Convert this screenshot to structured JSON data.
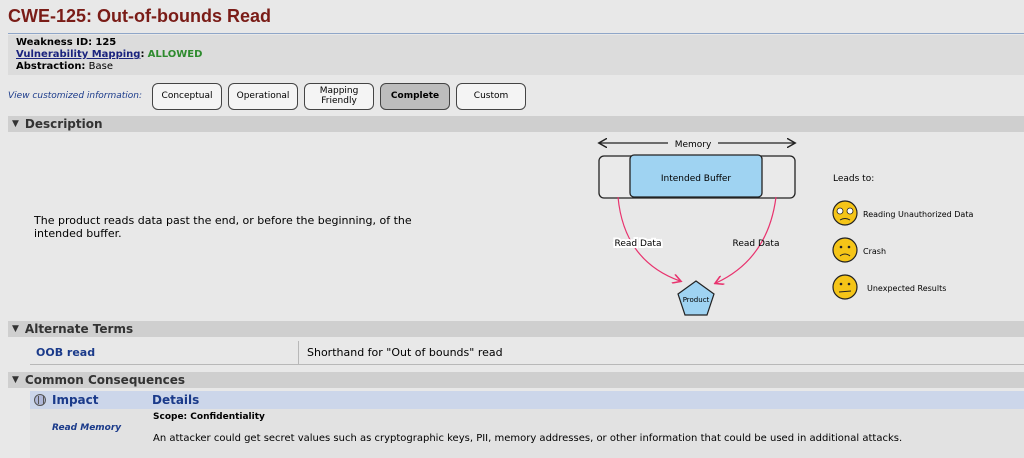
{
  "page": {
    "title": "CWE-125: Out-of-bounds Read"
  },
  "meta": {
    "weakness_id_label": "Weakness ID:",
    "weakness_id": "125",
    "mapping_label": "Vulnerability Mapping",
    "mapping_sep": ":",
    "mapping_value": "ALLOWED",
    "abstraction_label": "Abstraction:",
    "abstraction_value": "Base"
  },
  "views": {
    "label": "View customized information:",
    "buttons": [
      "Conceptual",
      "Operational",
      "Mapping Friendly",
      "Complete",
      "Custom"
    ],
    "mapping_line1": "Mapping",
    "mapping_line2": "Friendly",
    "active": "Complete"
  },
  "description": {
    "header": "Description",
    "text": "The product reads data past the end, or before the beginning, of the intended buffer."
  },
  "diagram": {
    "memory_label": "Memory",
    "buffer_label": "Intended Buffer",
    "read_left": "Read Data",
    "read_right": "Read Data",
    "product_label": "Product",
    "leads_to": "Leads to:",
    "outcomes": [
      "Reading Unauthorized Data",
      "Crash",
      "Unexpected Results"
    ],
    "colors": {
      "buffer_fill": "#9fd3f2",
      "arrow": "#e8336e",
      "face": "#f5c518"
    }
  },
  "alternate_terms": {
    "header": "Alternate Terms",
    "rows": [
      {
        "term": "OOB read",
        "description": "Shorthand for \"Out of bounds\" read"
      }
    ]
  },
  "consequences": {
    "header": "Common Consequences",
    "col_impact": "Impact",
    "col_details": "Details",
    "impact_value": "Read Memory",
    "scope": "Scope: Confidentiality",
    "details": "An attacker could get secret values such as cryptographic keys, PII, memory addresses, or other information that could be used in additional attacks."
  },
  "colors": {
    "title": "#7a1c17",
    "link": "#1a237e",
    "allowed": "#2e8b2e"
  }
}
